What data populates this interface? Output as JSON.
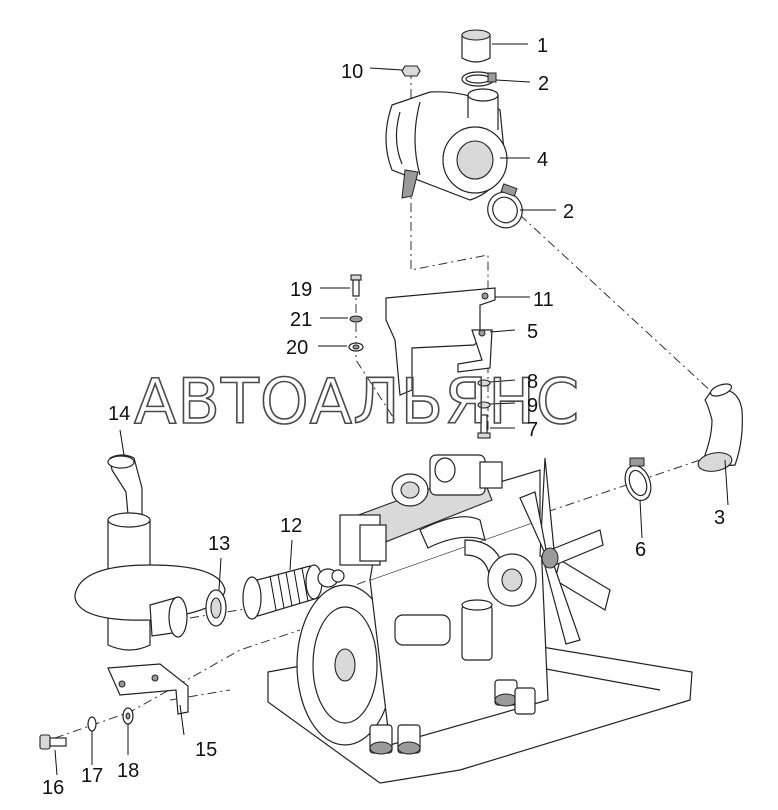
{
  "watermark": "АВТОАЛЬЯНС",
  "callouts": {
    "c1": "1",
    "c2a": "2",
    "c2b": "2",
    "c3": "3",
    "c4": "4",
    "c5": "5",
    "c6": "6",
    "c7": "7",
    "c8": "8",
    "c9": "9",
    "c10": "10",
    "c11": "11",
    "c12": "12",
    "c13": "13",
    "c14": "14",
    "c15": "15",
    "c16": "16",
    "c17": "17",
    "c18": "18",
    "c19": "19",
    "c20": "20",
    "c21": "21"
  },
  "parts": [
    {
      "name": "rain-cap",
      "callout": "1"
    },
    {
      "name": "hose-clamp",
      "callout": "2"
    },
    {
      "name": "intake-elbow-hose",
      "callout": "3"
    },
    {
      "name": "air-filter",
      "callout": "4"
    },
    {
      "name": "filter-bracket",
      "callout": "5"
    },
    {
      "name": "hose-clamp",
      "callout": "6"
    },
    {
      "name": "bolt",
      "callout": "7"
    },
    {
      "name": "washer",
      "callout": "8"
    },
    {
      "name": "washer",
      "callout": "9"
    },
    {
      "name": "nut",
      "callout": "10"
    },
    {
      "name": "support-bracket",
      "callout": "11"
    },
    {
      "name": "flexible-exhaust-pipe",
      "callout": "12"
    },
    {
      "name": "gasket",
      "callout": "13"
    },
    {
      "name": "muffler",
      "callout": "14"
    },
    {
      "name": "muffler-bracket",
      "callout": "15"
    },
    {
      "name": "bolt",
      "callout": "16"
    },
    {
      "name": "washer",
      "callout": "17"
    },
    {
      "name": "washer",
      "callout": "18"
    },
    {
      "name": "bolt",
      "callout": "19"
    },
    {
      "name": "washer",
      "callout": "20"
    },
    {
      "name": "washer",
      "callout": "21"
    }
  ]
}
